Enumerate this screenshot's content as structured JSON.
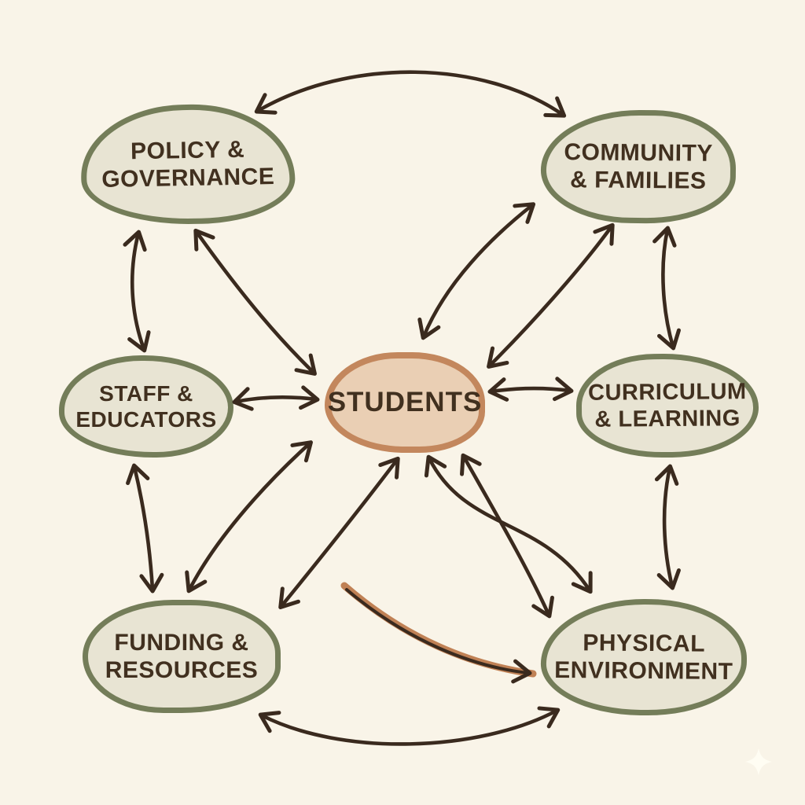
{
  "palette": {
    "background": "#f9f4e8",
    "node_fill": "#e8e4d3",
    "node_border": "#747d59",
    "center_fill": "#eacfb4",
    "center_border": "#c3875d",
    "text": "#41301f",
    "arrow": "#3a2a1e",
    "accent_arrow": "#c08155",
    "sparkle": "#fffdf3"
  },
  "nodes": [
    {
      "id": "policy",
      "label": "POLICY &\nGOVERNANCE"
    },
    {
      "id": "community",
      "label": "COMMUNITY\n& FAMILIES"
    },
    {
      "id": "staff",
      "label": "STAFF &\nEDUCATORS"
    },
    {
      "id": "students",
      "label": "STUDENTS"
    },
    {
      "id": "curriculum",
      "label": "CURRICULUM\n& LEARNING"
    },
    {
      "id": "funding",
      "label": "FUNDING &\nRESOURCES"
    },
    {
      "id": "physical",
      "label": "PHYSICAL\nENVIRONMENT"
    }
  ],
  "edges": [
    {
      "from": "POLICY & GOVERNANCE",
      "to": "COMMUNITY & FAMILIES",
      "direction": "both",
      "shape": "top-arc"
    },
    {
      "from": "POLICY & GOVERNANCE",
      "to": "STAFF & EDUCATORS",
      "direction": "both",
      "shape": "vertical"
    },
    {
      "from": "POLICY & GOVERNANCE",
      "to": "STUDENTS",
      "direction": "both",
      "shape": "diagonal-curve"
    },
    {
      "from": "COMMUNITY & FAMILIES",
      "to": "STUDENTS",
      "direction": "both",
      "shape": "diagonal-curve"
    },
    {
      "from": "COMMUNITY & FAMILIES",
      "to": "STUDENTS",
      "direction": "both",
      "shape": "diagonal-curve-2"
    },
    {
      "from": "COMMUNITY & FAMILIES",
      "to": "CURRICULUM & LEARNING",
      "direction": "both",
      "shape": "vertical"
    },
    {
      "from": "STAFF & EDUCATORS",
      "to": "STUDENTS",
      "direction": "both",
      "shape": "horizontal"
    },
    {
      "from": "STUDENTS",
      "to": "CURRICULUM & LEARNING",
      "direction": "both",
      "shape": "horizontal"
    },
    {
      "from": "STAFF & EDUCATORS",
      "to": "FUNDING & RESOURCES",
      "direction": "both",
      "shape": "vertical"
    },
    {
      "from": "STUDENTS",
      "to": "FUNDING & RESOURCES",
      "direction": "both",
      "shape": "diagonal-curve"
    },
    {
      "from": "STUDENTS",
      "to": "FUNDING & RESOURCES",
      "direction": "both",
      "shape": "diagonal-curve-2"
    },
    {
      "from": "STUDENTS",
      "to": "PHYSICAL ENVIRONMENT",
      "direction": "both",
      "shape": "diagonal-curve"
    },
    {
      "from": "STUDENTS",
      "to": "PHYSICAL ENVIRONMENT",
      "direction": "both",
      "shape": "s-curve"
    },
    {
      "from": "CURRICULUM & LEARNING",
      "to": "PHYSICAL ENVIRONMENT",
      "direction": "both",
      "shape": "vertical"
    },
    {
      "from": "FUNDING & RESOURCES",
      "to": "PHYSICAL ENVIRONMENT",
      "direction": "both",
      "shape": "bottom-arc"
    },
    {
      "from": "STUDENTS",
      "to": "PHYSICAL ENVIRONMENT",
      "direction": "one-way",
      "shape": "accent-tan-curve"
    }
  ]
}
